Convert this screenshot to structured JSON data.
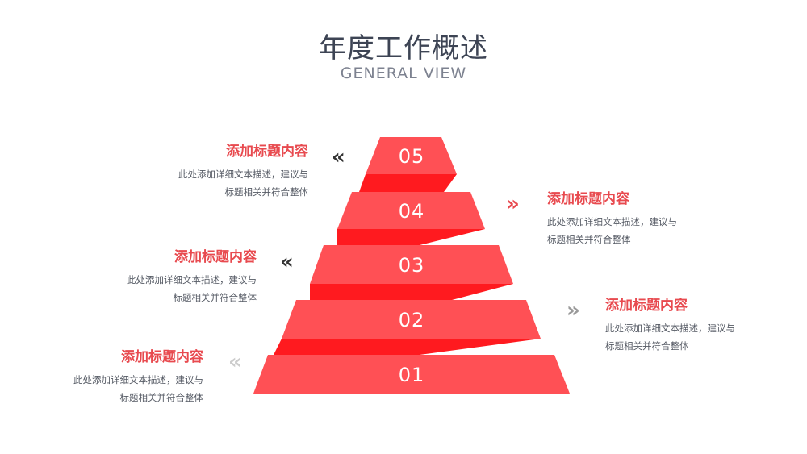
{
  "header": {
    "title": "年度工作概述",
    "subtitle": "GENERAL VIEW"
  },
  "colors": {
    "step_fill": "#ff5055",
    "step_fold": "#ff1a1f",
    "heading": "#e84a4f",
    "chevron_dark": "#333333",
    "chevron_red": "#e84a4f",
    "chevron_gray": "#9a9a9a",
    "chevron_light": "#cccccc"
  },
  "steps": [
    {
      "label": "05",
      "heading": "添加标题内容",
      "desc_line1": "此处添加详细文本描述，建议与",
      "desc_line2": "标题相关并符合整体",
      "chevron": "«",
      "chevron_color": "chevron_dark"
    },
    {
      "label": "04",
      "heading": "添加标题内容",
      "desc_line1": "此处添加详细文本描述，建议与",
      "desc_line2": "标题相关并符合整体",
      "chevron": "»",
      "chevron_color": "chevron_red"
    },
    {
      "label": "03",
      "heading": "添加标题内容",
      "desc_line1": "此处添加详细文本描述，建议与",
      "desc_line2": "标题相关并符合整体",
      "chevron": "«",
      "chevron_color": "chevron_dark"
    },
    {
      "label": "02",
      "heading": "添加标题内容",
      "desc_line1": "此处添加详细文本描述，建议与",
      "desc_line2": "标题相关并符合整体",
      "chevron": "»",
      "chevron_color": "chevron_gray"
    },
    {
      "label": "01",
      "heading": "添加标题内容",
      "desc_line1": "此处添加详细文本描述，建议与",
      "desc_line2": "标题相关并符合整体",
      "chevron": "«",
      "chevron_color": "chevron_light"
    }
  ]
}
